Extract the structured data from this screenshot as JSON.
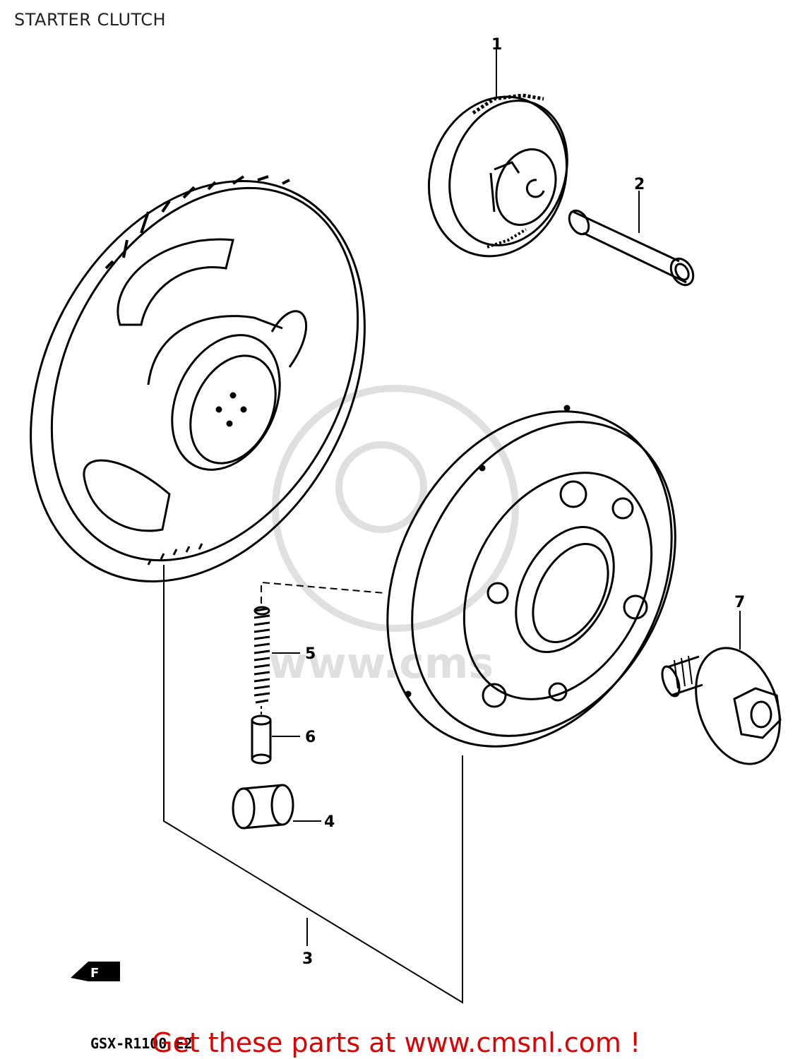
{
  "page": {
    "title": "STARTER CLUTCH"
  },
  "diagram": {
    "callouts": [
      "1",
      "2",
      "3",
      "4",
      "5",
      "6",
      "7"
    ],
    "model_code": "GSX-R1100 E2",
    "front_marker_text": "F"
  },
  "footer": {
    "link_text": "Get these parts at www.cmsnl.com !"
  }
}
